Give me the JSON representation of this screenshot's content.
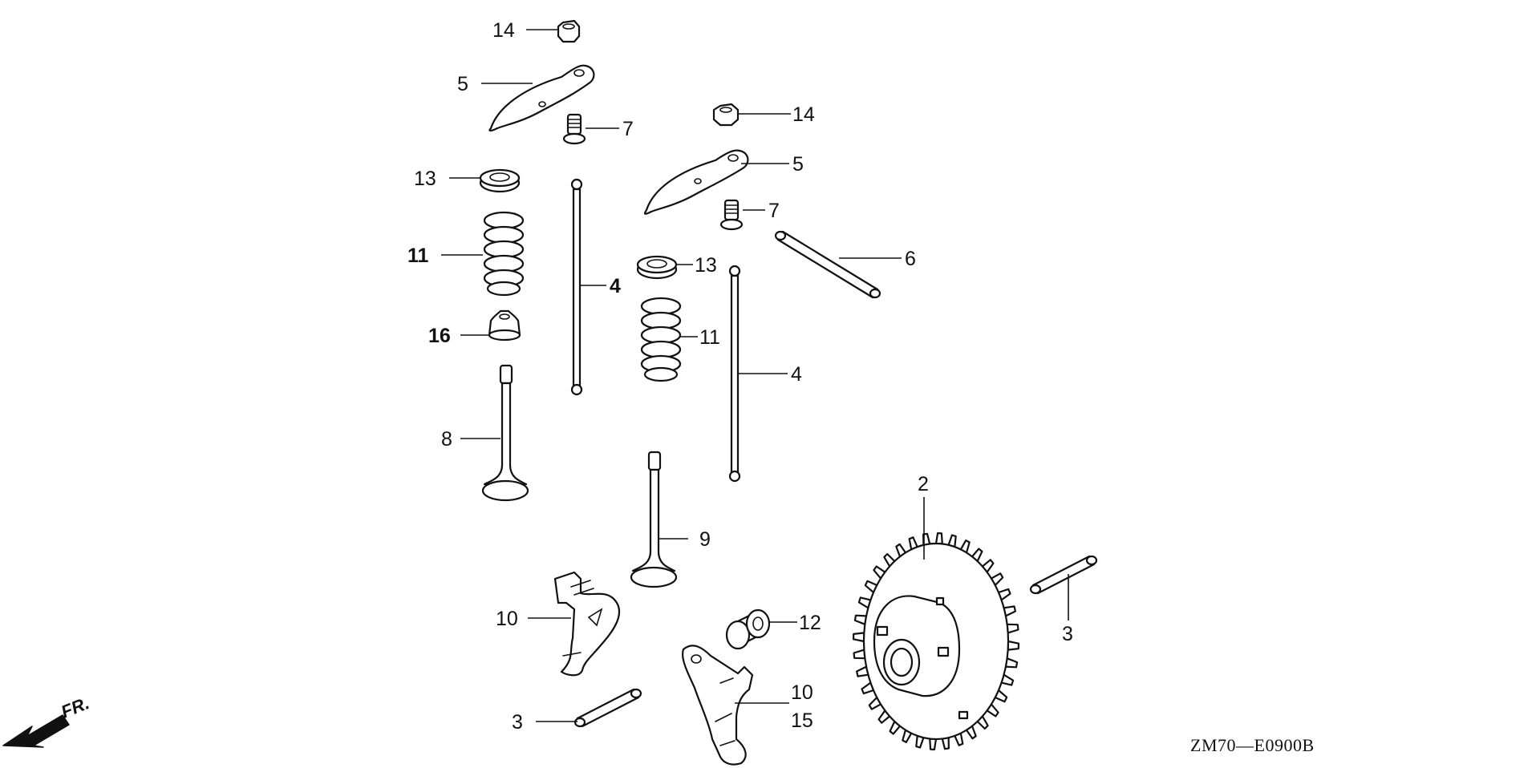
{
  "callouts": {
    "c14a": "14",
    "c5a": "5",
    "c7a": "7",
    "c13a": "13",
    "c11a": "11",
    "c16": "16",
    "c8": "8",
    "c4a": "4",
    "c14b": "14",
    "c5b": "5",
    "c7b": "7",
    "c6": "6",
    "c13b": "13",
    "c11b": "11",
    "c4b": "4",
    "c9": "9",
    "c2": "2",
    "c3a": "3",
    "c10a": "10",
    "c12": "12",
    "c10b": "10",
    "c15": "15",
    "c3b": "3"
  },
  "direction": {
    "label": "FR."
  },
  "diagram_code": "ZM70—E0900B"
}
